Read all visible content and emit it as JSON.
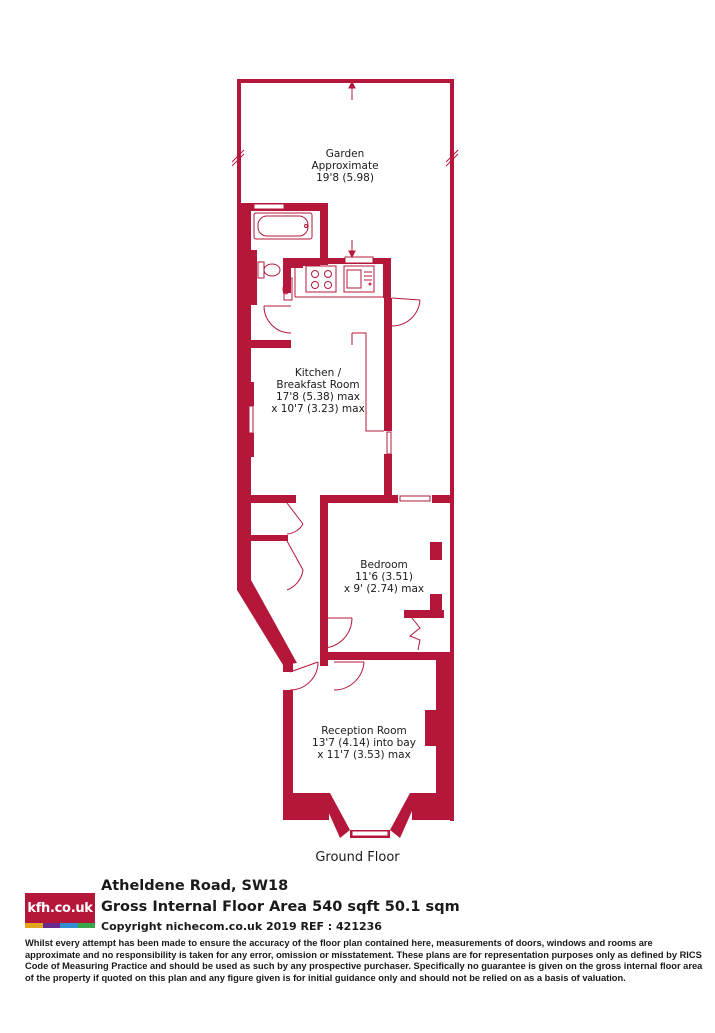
{
  "rooms": {
    "garden": {
      "name": "Garden",
      "line2": "Approximate",
      "size": "19'8 (5.98)"
    },
    "kitchen": {
      "name": "Kitchen /",
      "line2": "Breakfast Room",
      "size1": "17'8 (5.38) max",
      "size2": "x 10'7 (3.23) max"
    },
    "bedroom": {
      "name": "Bedroom",
      "size1": "11'6 (3.51)",
      "size2": "x 9' (2.74) max"
    },
    "reception": {
      "name": "Reception Room",
      "size1": "13'7 (4.14) into bay",
      "size2": "x 11'7 (3.53) max"
    }
  },
  "floor_label": "Ground Floor",
  "footer": {
    "logo_text": "kfh.co.uk",
    "address": "Atheldene Road, SW18",
    "area": "Gross Internal Floor Area 540 sqft 50.1 sqm",
    "copyright": "Copyright nichecom.co.uk 2019 REF : 421236",
    "disclaimer": "Whilst every attempt has been made to ensure the accuracy of the floor plan contained here, measurements of doors, windows and rooms are approximate and no responsibility is taken for any error, omission or misstatement.  These plans are for representation purposes only as defined by RICS Code of Measuring Practice and should be used as such by any prospective purchaser.  Specifically no guarantee is given on the gross internal floor area of the property if quoted on this plan and any figure given is for initial guidance only and should not be relied on as a basis of valuation."
  },
  "colors": {
    "wall": "#b5173a",
    "logo_stripes": [
      "#e0a61c",
      "#6a2c8c",
      "#2f8fd0",
      "#3aa64a"
    ]
  }
}
